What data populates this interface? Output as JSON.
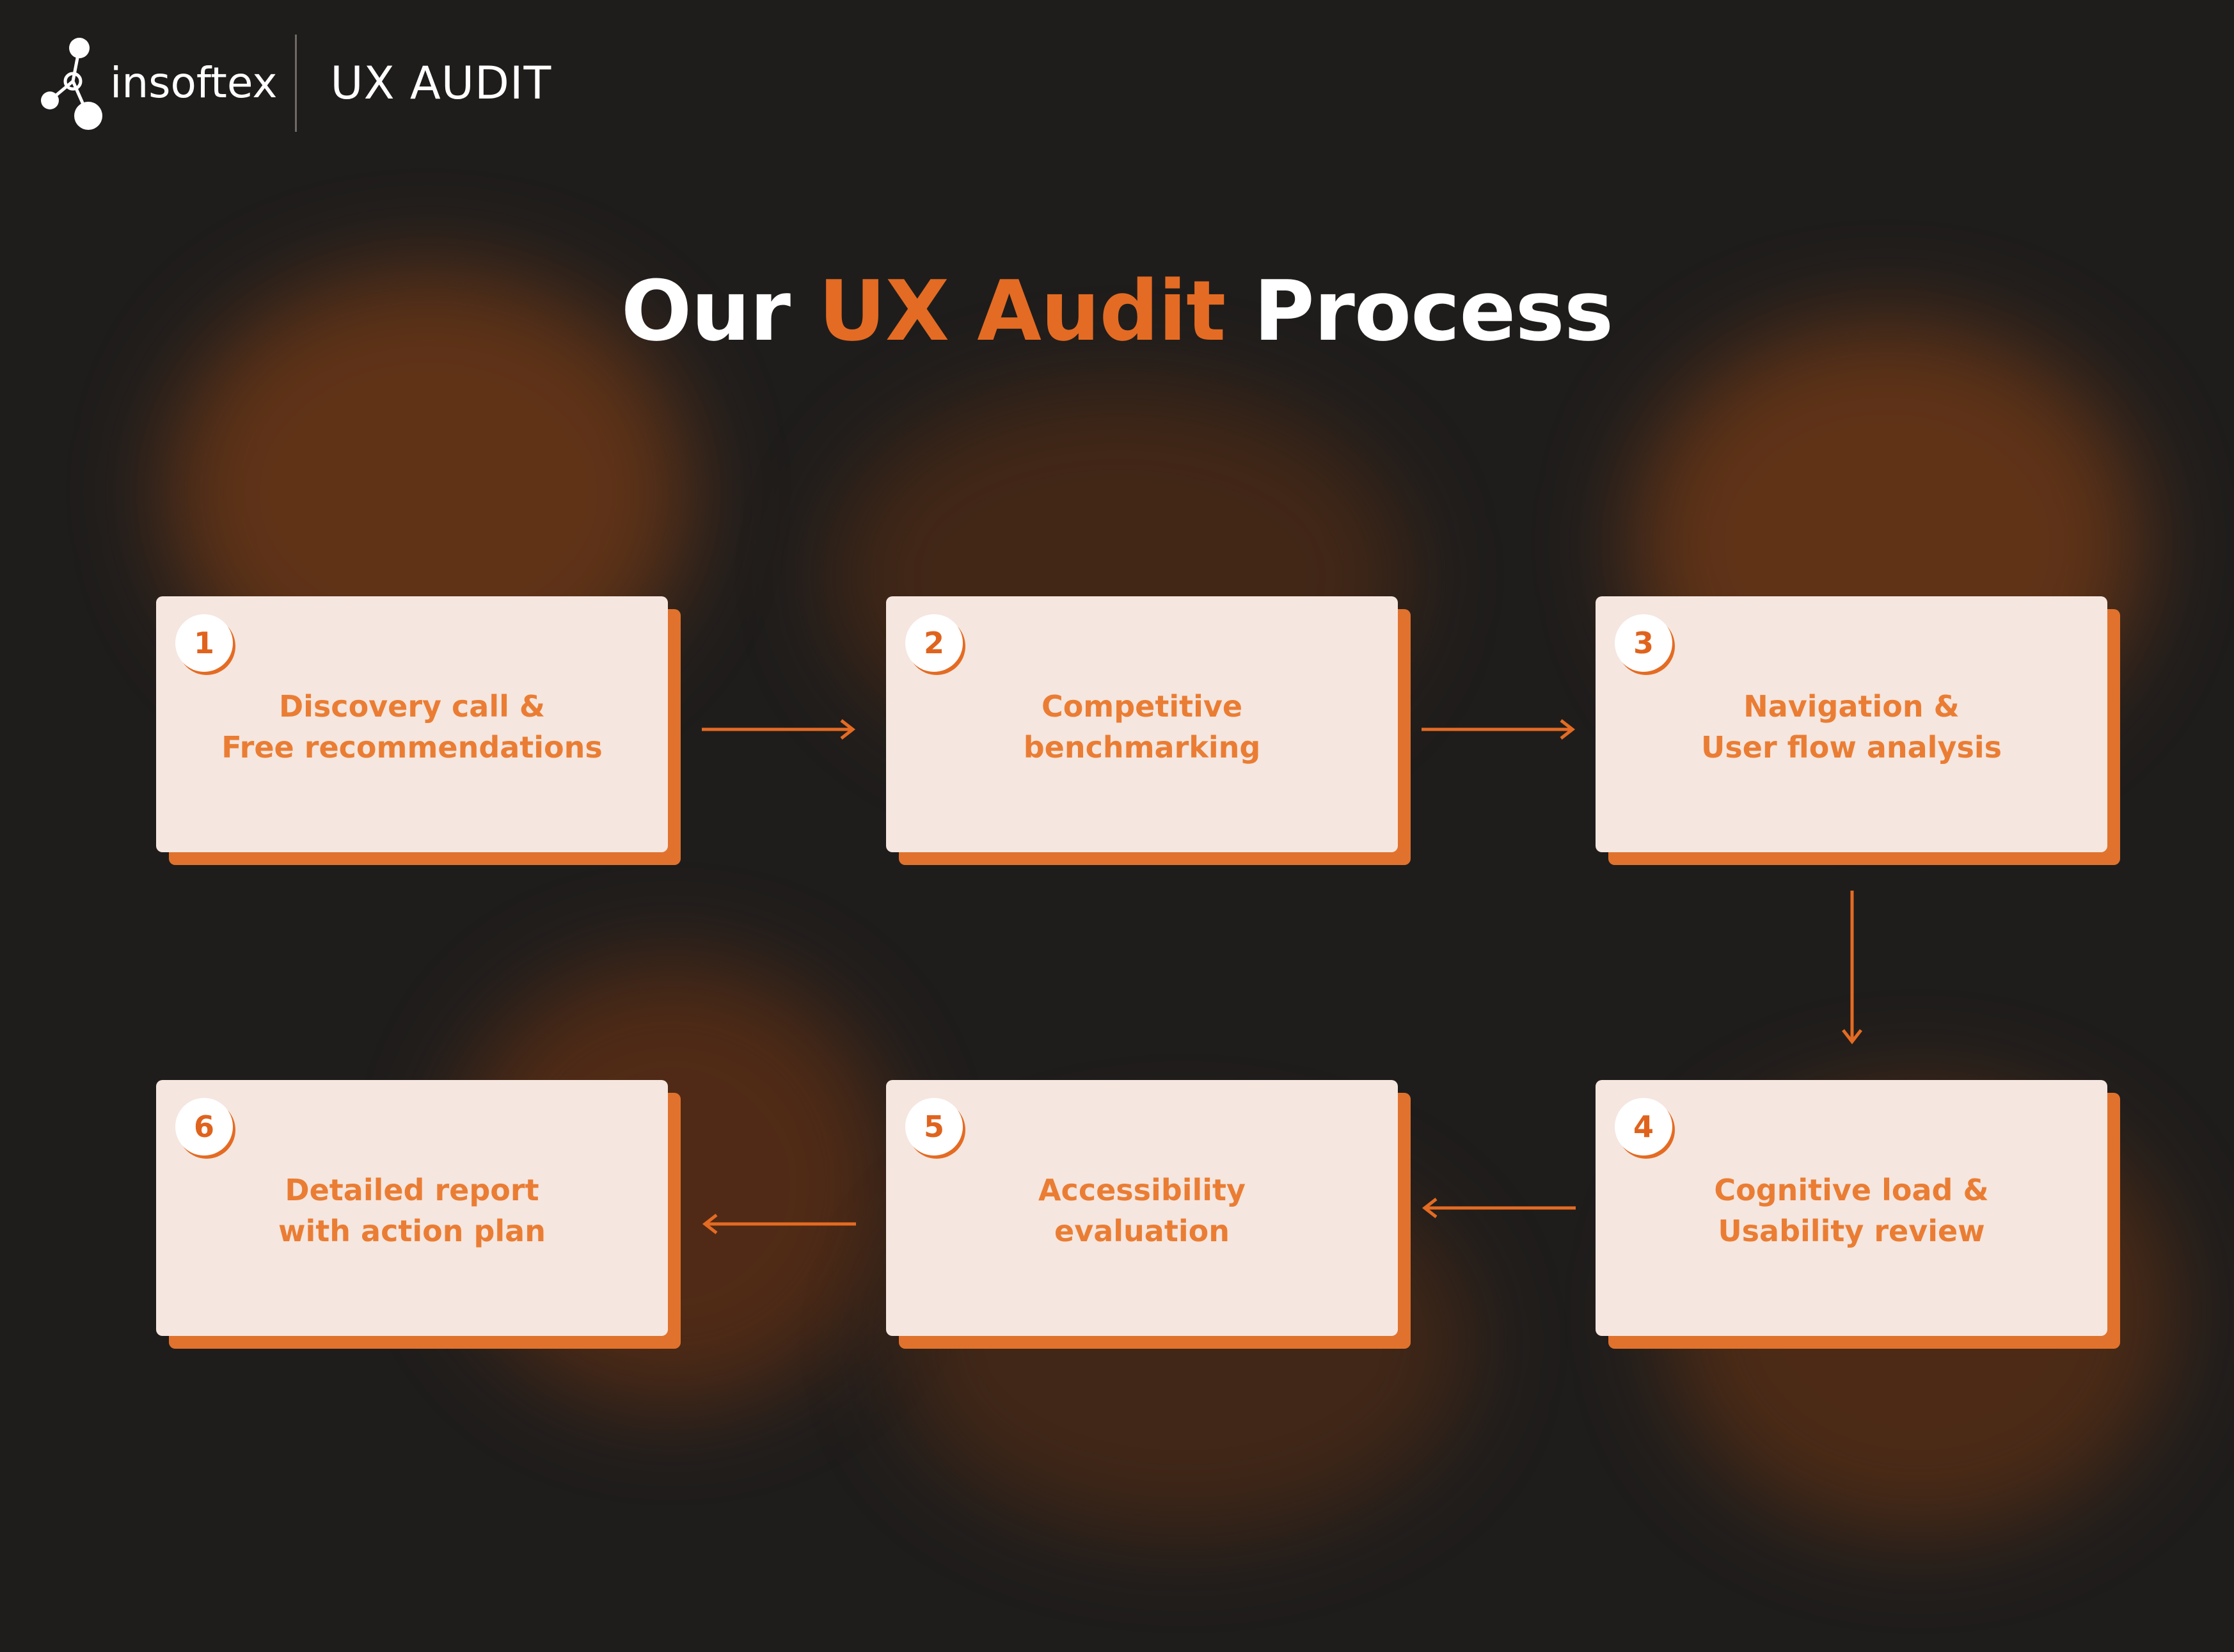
{
  "header": {
    "brand": "insoftex",
    "section": "UX AUDIT"
  },
  "title": {
    "prefix": "Our ",
    "accent": "UX Audit",
    "suffix": " Process"
  },
  "steps": [
    {
      "number": "1",
      "lines": [
        "Discovery call &",
        "Free recommendations"
      ]
    },
    {
      "number": "2",
      "lines": [
        "Competitive",
        "benchmarking"
      ]
    },
    {
      "number": "3",
      "lines": [
        "Navigation &",
        "User flow analysis"
      ]
    },
    {
      "number": "4",
      "lines": [
        "Cognitive load &",
        "Usability review"
      ]
    },
    {
      "number": "5",
      "lines": [
        "Accessibility",
        "evaluation"
      ]
    },
    {
      "number": "6",
      "lines": [
        "Detailed report",
        "with action plan"
      ]
    }
  ],
  "colors": {
    "background": "#1f1d1c",
    "accent": "#e46b23",
    "card": "#f5e6df",
    "card_text": "#ea7d33"
  }
}
